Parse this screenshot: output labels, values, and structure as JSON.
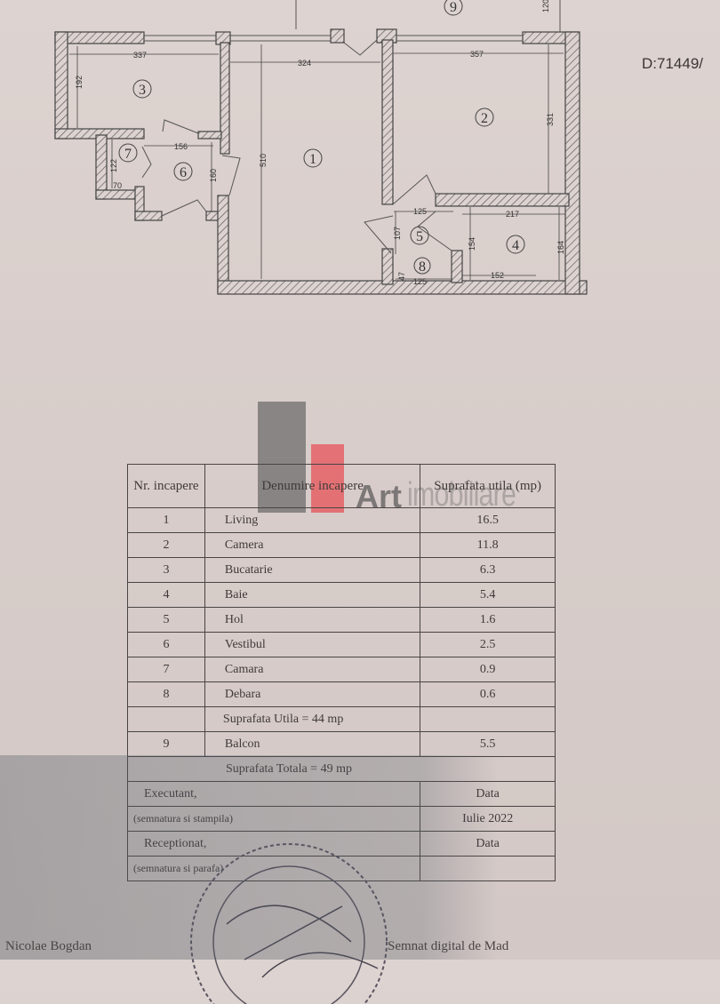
{
  "document_id": "D:71449/",
  "watermark": {
    "brand": "Art",
    "suffix": "imobiliare",
    "colors": {
      "grey": "#6e6c6c",
      "red": "#e65a5f"
    }
  },
  "plan": {
    "rooms": [
      "1",
      "2",
      "3",
      "4",
      "5",
      "6",
      "7",
      "8",
      "9"
    ],
    "dimensions": {
      "kitchen_width": "337",
      "kitchen_height": "192",
      "living_width": "324",
      "living_height": "510",
      "room2_width": "357",
      "room2_height": "331",
      "vestibul_width": "156",
      "vestibul_height": "160",
      "pantry_height": "122",
      "pantry_width": "70",
      "hall_width": "125",
      "hall_height": "107",
      "bath_width": "217",
      "bath_height_left": "154",
      "bath_height_right": "164",
      "bath_bottom": "152",
      "closet_width": "125",
      "closet_height": "47",
      "balcony_height": "120"
    }
  },
  "table": {
    "headers": {
      "nr": "Nr. incapere",
      "name": "Denumire incapere",
      "area": "Suprafata utila (mp)"
    },
    "rows": [
      {
        "nr": "1",
        "name": "Living",
        "area": "16.5"
      },
      {
        "nr": "2",
        "name": "Camera",
        "area": "11.8"
      },
      {
        "nr": "3",
        "name": "Bucatarie",
        "area": "6.3"
      },
      {
        "nr": "4",
        "name": "Baie",
        "area": "5.4"
      },
      {
        "nr": "5",
        "name": "Hol",
        "area": "1.6"
      },
      {
        "nr": "6",
        "name": "Vestibul",
        "area": "2.5"
      },
      {
        "nr": "7",
        "name": "Camara",
        "area": "0.9"
      },
      {
        "nr": "8",
        "name": "Debara",
        "area": "0.6"
      }
    ],
    "useful_total": "Suprafata Utila = 44 mp",
    "balcony": {
      "nr": "9",
      "name": "Balcon",
      "area": "5.5"
    },
    "grand_total": "Suprafata Totala = 49 mp",
    "executant": "Executant,",
    "executant_date_label": "Data",
    "executant_sign": "(semnatura si stampila)",
    "executant_date": "Iulie 2022",
    "receptionat": "Receptionat,",
    "receptionat_date_label": "Data",
    "receptionat_sign": "(semnatura si parafa)"
  },
  "footer": {
    "left": "Nicolae Bogdan",
    "right": "Semnat digital de Mad"
  }
}
